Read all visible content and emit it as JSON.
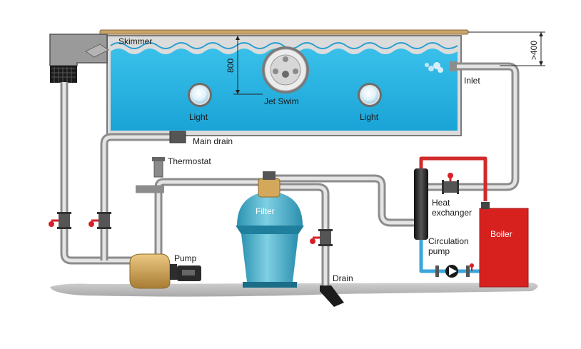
{
  "labels": {
    "skimmer": "Skimmer",
    "inlet": "Inlet",
    "light_left": "Light",
    "light_right": "Light",
    "jet_swim": "Jet Swim",
    "main_drain": "Main drain",
    "thermostat": "Thermostat",
    "filter": "Filter",
    "pump": "Pump",
    "drain": "Drain",
    "heat_exchanger_line1": "Heat",
    "heat_exchanger_line2": "exchanger",
    "circulation_pump_line1": "Circulation",
    "circulation_pump_line2": "pump",
    "boiler": "Boiler"
  },
  "dimensions": {
    "depth": "800",
    "height": ">400"
  },
  "colors": {
    "water": "#2bb5e3",
    "pool_edge": "#c9a46c",
    "pipe": "#8c8c8c",
    "hot_line": "#d12a2a",
    "cold_line": "#3aa6dc",
    "filter": "#4fb6cf",
    "boiler": "#d7211f",
    "pump_body": "#d4a85a",
    "valve": "#d61f26"
  }
}
